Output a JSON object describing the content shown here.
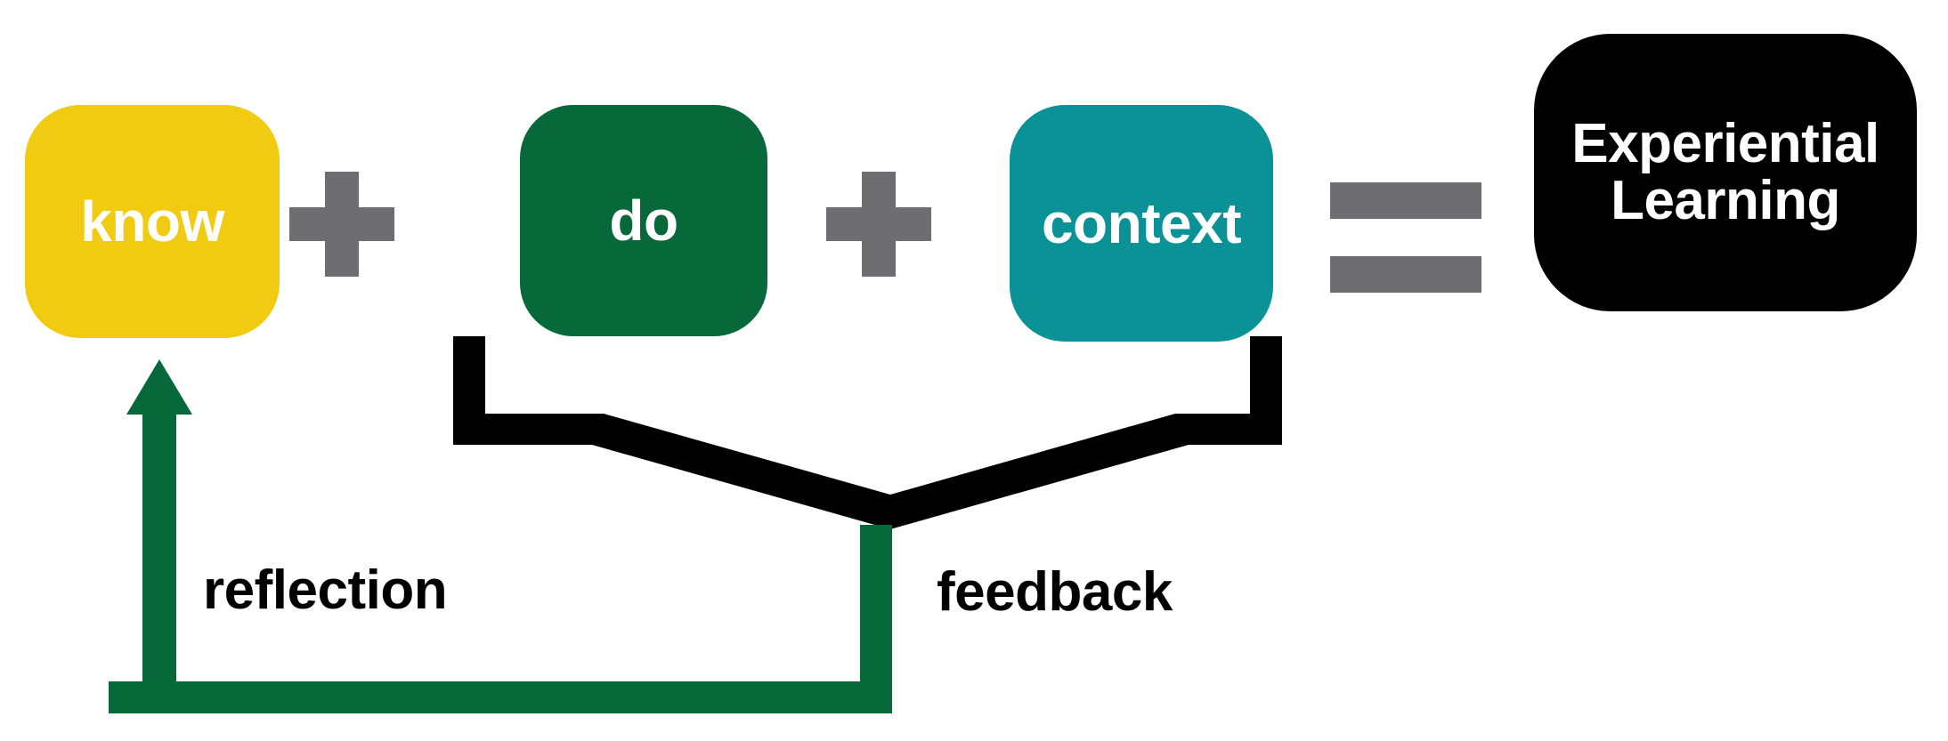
{
  "diagram": {
    "type": "equation-cycle-diagram",
    "title": "Experiential Learning equation with reflection and feedback loop",
    "background_color": "#FFFFFF",
    "nodes": [
      {
        "id": "know",
        "label": "know",
        "color": "#F0CB12",
        "text_color": "#FFFFFF",
        "shape": "rounded-square"
      },
      {
        "id": "do",
        "label": "do",
        "color": "#07683A",
        "text_color": "#FFFFFF",
        "shape": "rounded-square"
      },
      {
        "id": "context",
        "label": "context",
        "color": "#0B9296",
        "text_color": "#FFFFFF",
        "shape": "rounded-square"
      },
      {
        "id": "result",
        "label_line1": "Experiential",
        "label_line2": "Learning",
        "color": "#000000",
        "text_color": "#FFFFFF",
        "shape": "rounded-square"
      }
    ],
    "operators": [
      {
        "id": "plus-1",
        "symbol": "+",
        "color": "#6E6E72"
      },
      {
        "id": "plus-2",
        "symbol": "+",
        "color": "#6E6E72"
      },
      {
        "id": "equals",
        "symbol": "=",
        "color": "#6E6E72"
      }
    ],
    "connectors": [
      {
        "id": "feedback-bracket",
        "label": "feedback",
        "color": "#000000",
        "from": [
          "do",
          "context"
        ],
        "to": "loop-junction"
      },
      {
        "id": "reflection-arrow",
        "label": "reflection",
        "color": "#07683A",
        "from": "loop-junction",
        "to": "know",
        "arrow": true
      }
    ],
    "equation_text": "know + do + context = Experiential Learning"
  }
}
